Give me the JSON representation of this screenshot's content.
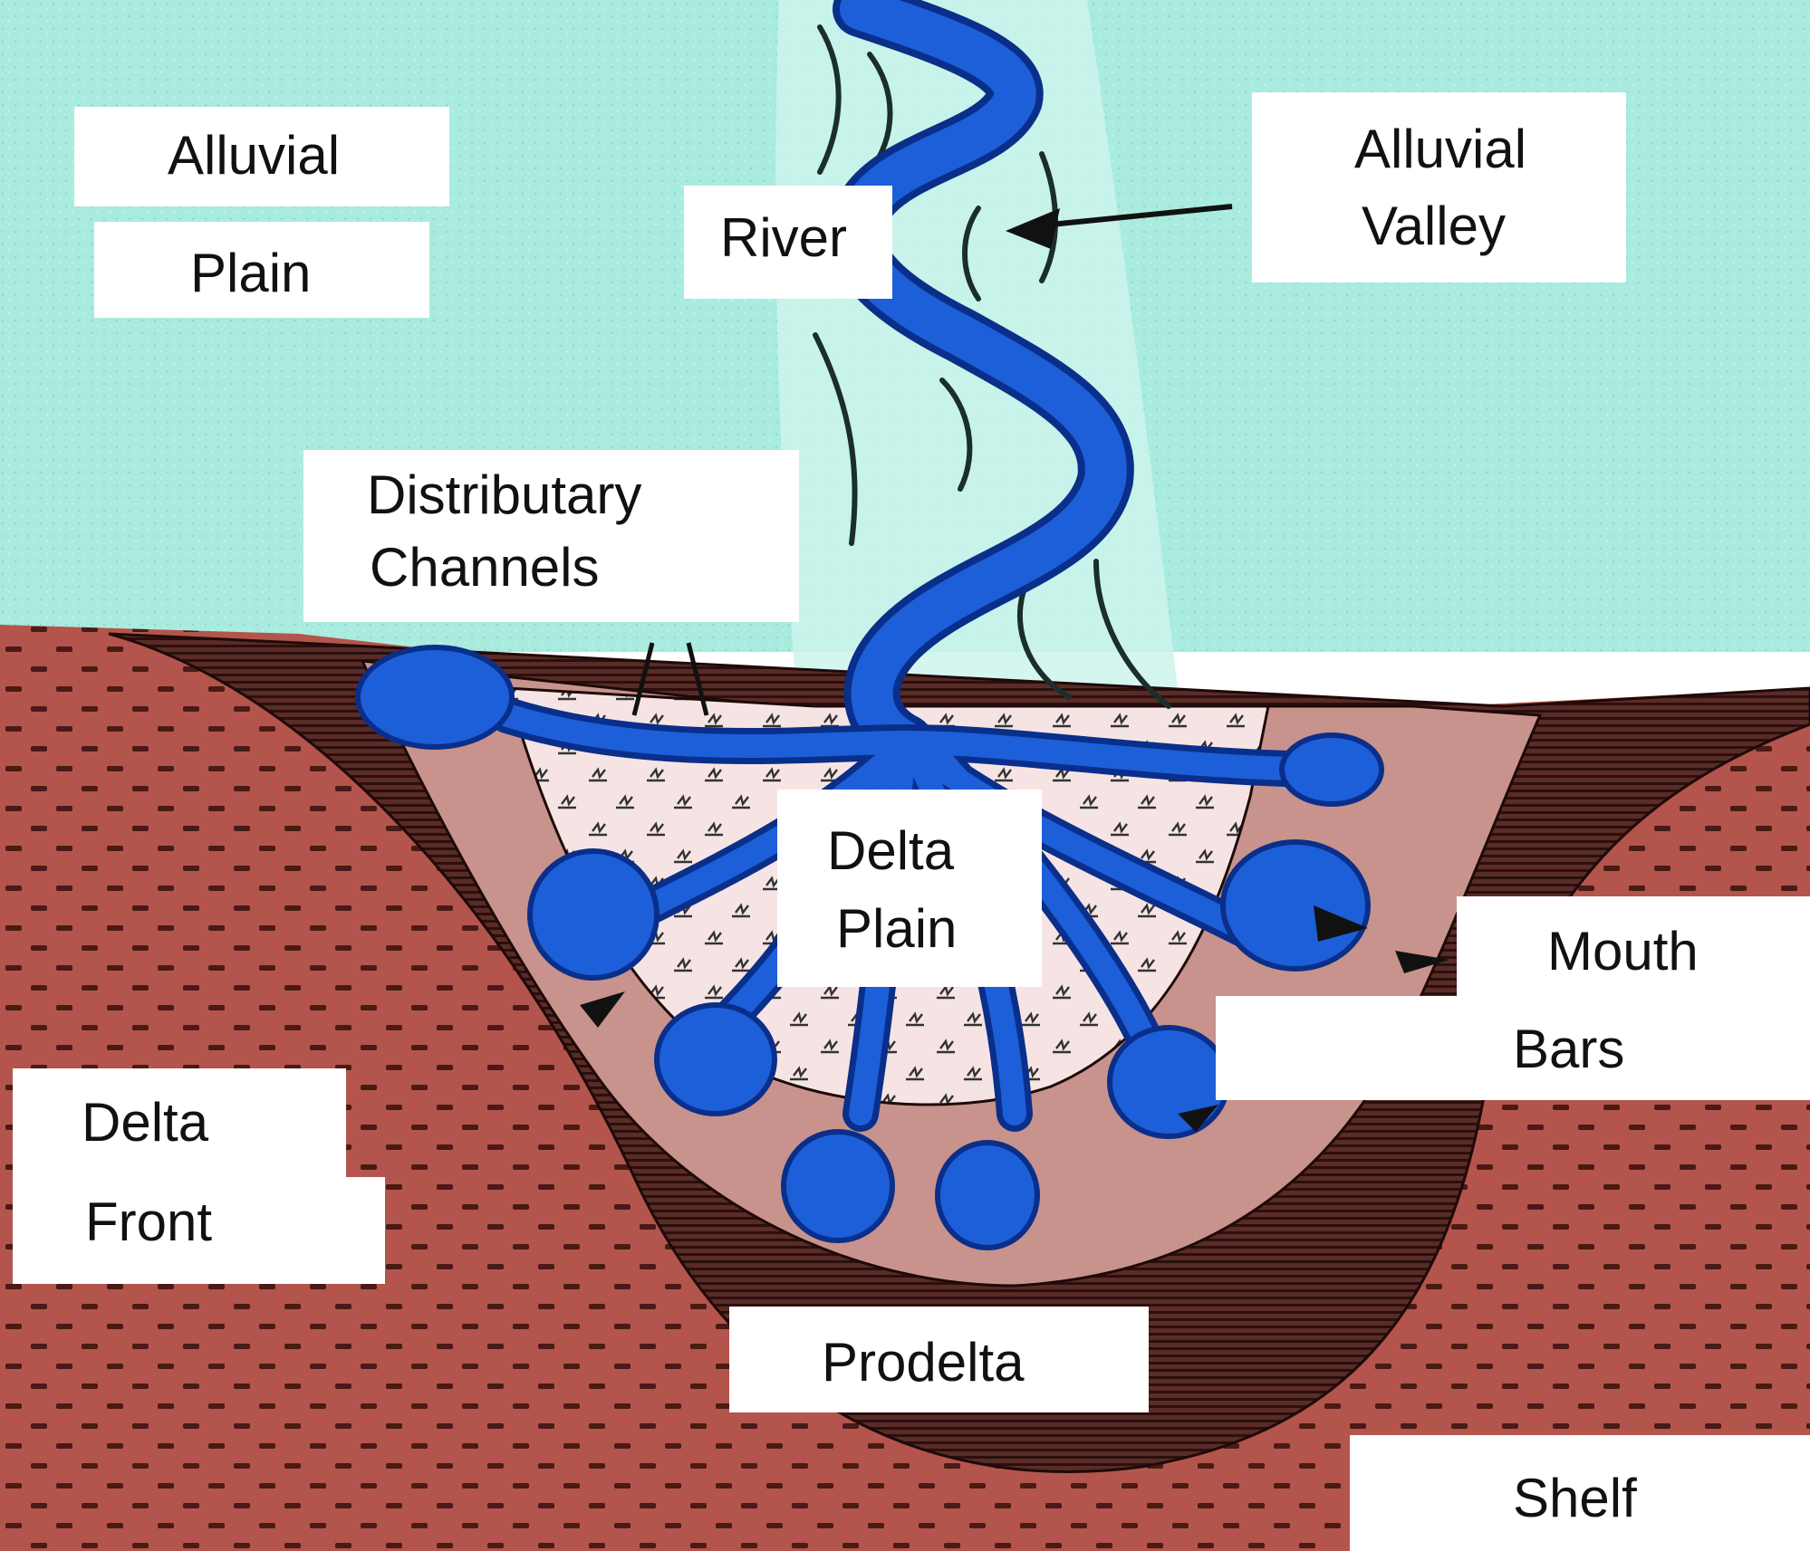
{
  "labels": {
    "alluvial_plain": [
      "Alluvial",
      "Plain"
    ],
    "river": "River",
    "alluvial_valley": [
      "Alluvial",
      "Valley"
    ],
    "distributary_channels": [
      "Distributary",
      "Channels"
    ],
    "delta_plain": [
      "Delta",
      "Plain"
    ],
    "mouth_bars": [
      "Mouth",
      "Bars"
    ],
    "delta_front": [
      "Delta",
      "Front"
    ],
    "prodelta": "Prodelta",
    "shelf": "Shelf"
  },
  "colors": {
    "alluvial_plain": "#a9ecdf",
    "alluvial_valley": "#cdf5ec",
    "shelf": "#b3554c",
    "shelf_dash": "#4a1a16",
    "prodelta": "#5a2b27",
    "delta_front": "#c8938c",
    "delta_plain": "#f6e4e4",
    "water": "#1d5fd9",
    "water_dark": "#0a2f8a",
    "outline": "#222222",
    "label_bg": "#ffffff"
  }
}
